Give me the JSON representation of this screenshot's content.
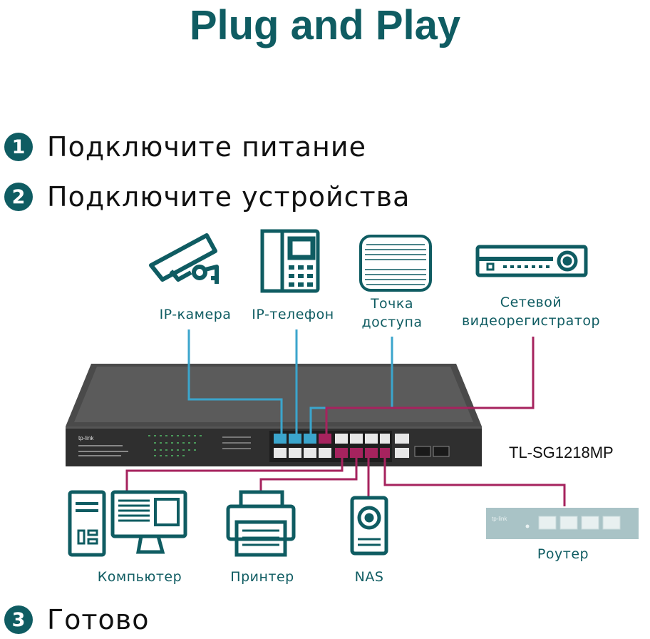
{
  "title": "Plug and Play",
  "steps": [
    {
      "num": "1",
      "text": "Подключите питание"
    },
    {
      "num": "2",
      "text": "Подключите устройства"
    },
    {
      "num": "3",
      "text": "Готово"
    }
  ],
  "devices_top": {
    "ip_camera": "IP-камера",
    "ip_phone": "IP-телефон",
    "access_point_line1": "Точка",
    "access_point_line2": "доступа",
    "nvr_line1": "Сетевой",
    "nvr_line2": "видеорегистратор"
  },
  "devices_bottom": {
    "computer": "Компьютер",
    "printer": "Принтер",
    "nas": "NAS",
    "router": "Роутер"
  },
  "switch": {
    "model": "TL-SG1218MP",
    "brand_logo": "tp-link"
  },
  "colors": {
    "brand_teal": "#0f5c62",
    "poe_cable": "#3ba5cc",
    "data_cable": "#a6235e",
    "switch_body": "#3a3a3a"
  }
}
